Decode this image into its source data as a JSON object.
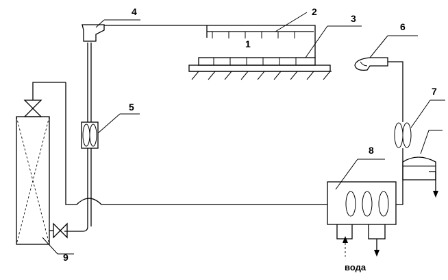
{
  "diagram": {
    "labels": {
      "l1": "1",
      "l2": "2",
      "l3": "3",
      "l4": "4",
      "l5": "5",
      "l6": "6",
      "l7": "7",
      "l8": "8",
      "l9": "9"
    },
    "water_caption": "вода"
  }
}
